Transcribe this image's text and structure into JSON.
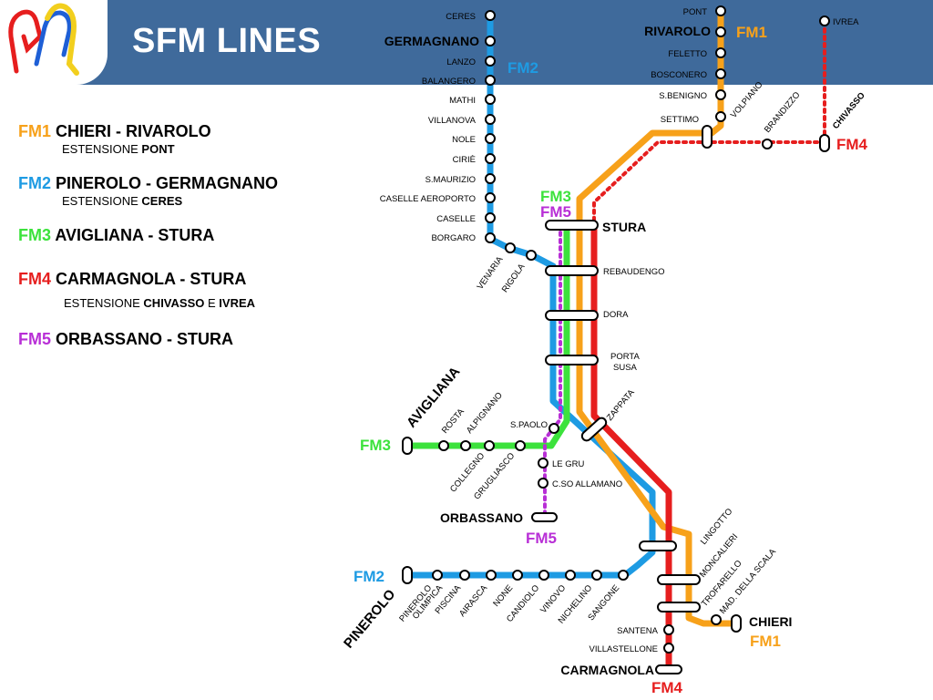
{
  "title": "SFM LINES",
  "colors": {
    "header": "#3f6a9b",
    "fm1": "#f7a11a",
    "fm2": "#1e9be3",
    "fm3": "#3ce23c",
    "fm4": "#e61e1e",
    "fm5": "#b82fd6"
  },
  "legend": [
    {
      "code": "FM1",
      "route": "CHIERI - RIVAROLO",
      "ext_prefix": "ESTENSIONE",
      "ext": "PONT"
    },
    {
      "code": "FM2",
      "route": "PINEROLO - GERMAGNANO",
      "ext_prefix": "ESTENSIONE",
      "ext": "CERES"
    },
    {
      "code": "FM3",
      "route": "AVIGLIANA - STURA"
    },
    {
      "code": "FM4",
      "route": "CARMAGNOLA - STURA",
      "ext_prefix": "ESTENSIONE",
      "ext": "CHIVASSO",
      "ext_join": "E",
      "ext2": "IVREA"
    },
    {
      "code": "FM5",
      "route": "ORBASSANO - STURA"
    }
  ],
  "termini": {
    "germagnano": "GERMAGNANO",
    "rivarolo": "RIVAROLO",
    "stura": "STURA",
    "avigliana": "AVIGLIANA",
    "orbassano": "ORBASSANO",
    "pinerolo": "PINEROLO",
    "chieri": "CHIERI",
    "carmagnola": "CARMAGNOLA"
  },
  "stations": {
    "ceres": "CERES",
    "lanzo": "LANZO",
    "balangero": "BALANGERO",
    "mathi": "MATHI",
    "villanova": "VILLANOVA",
    "nole": "NOLE",
    "cirie": "CIRIÈ",
    "smaurizio": "S.MAURIZIO",
    "caselle_aeroporto": "CASELLE  AEROPORTO",
    "caselle": "CASELLE",
    "borgaro": "BORGARO",
    "venaria": "VENARIA",
    "rigola": "RIGOLA",
    "pont": "PONT",
    "feletto": "FELETTO",
    "bosconero": "BOSCONERO",
    "sbenigno": "S.BENIGNO",
    "settimo": "SETTIMO",
    "volpiano": "VOLPIANO",
    "brandizzo": "BRANDIZZO",
    "chivasso": "CHIVASSO",
    "ivrea": "IVREA",
    "rebaudengo": "REBAUDENGO",
    "dora": "DORA",
    "porta_susa_1": "PORTA",
    "porta_susa_2": "SUSA",
    "zappata": "ZAPPATA",
    "rosta": "ROSTA",
    "alpignano": "ALPIGNANO",
    "collegno": "COLLEGNO",
    "grugliasco": "GRUGLIASCO",
    "spaolo": "S.PAOLO",
    "legru": "LE GRU",
    "cso_allamano": "C.SO ALLAMANO",
    "lingotto": "LINGOTTO",
    "moncalieri": "MONCALIERI",
    "trofarello": "TROFARELLO",
    "mad_scala": "MAD. DELLA SCALA",
    "santena": "SANTENA",
    "villastellone": "VILLASTELLONE",
    "pinerolo_olimpica_1": "PINEROLO",
    "pinerolo_olimpica_2": "OLIMPICA",
    "piscina": "PISCINA",
    "airasca": "AIRASCA",
    "none": "NONE",
    "candiolo": "CANDIOLO",
    "vinovo": "VINOVO",
    "nichelino": "NICHELINO",
    "sangone": "SANGONE"
  },
  "codes": {
    "fm1": "FM1",
    "fm2": "FM2",
    "fm3": "FM3",
    "fm4": "FM4",
    "fm5": "FM5"
  }
}
